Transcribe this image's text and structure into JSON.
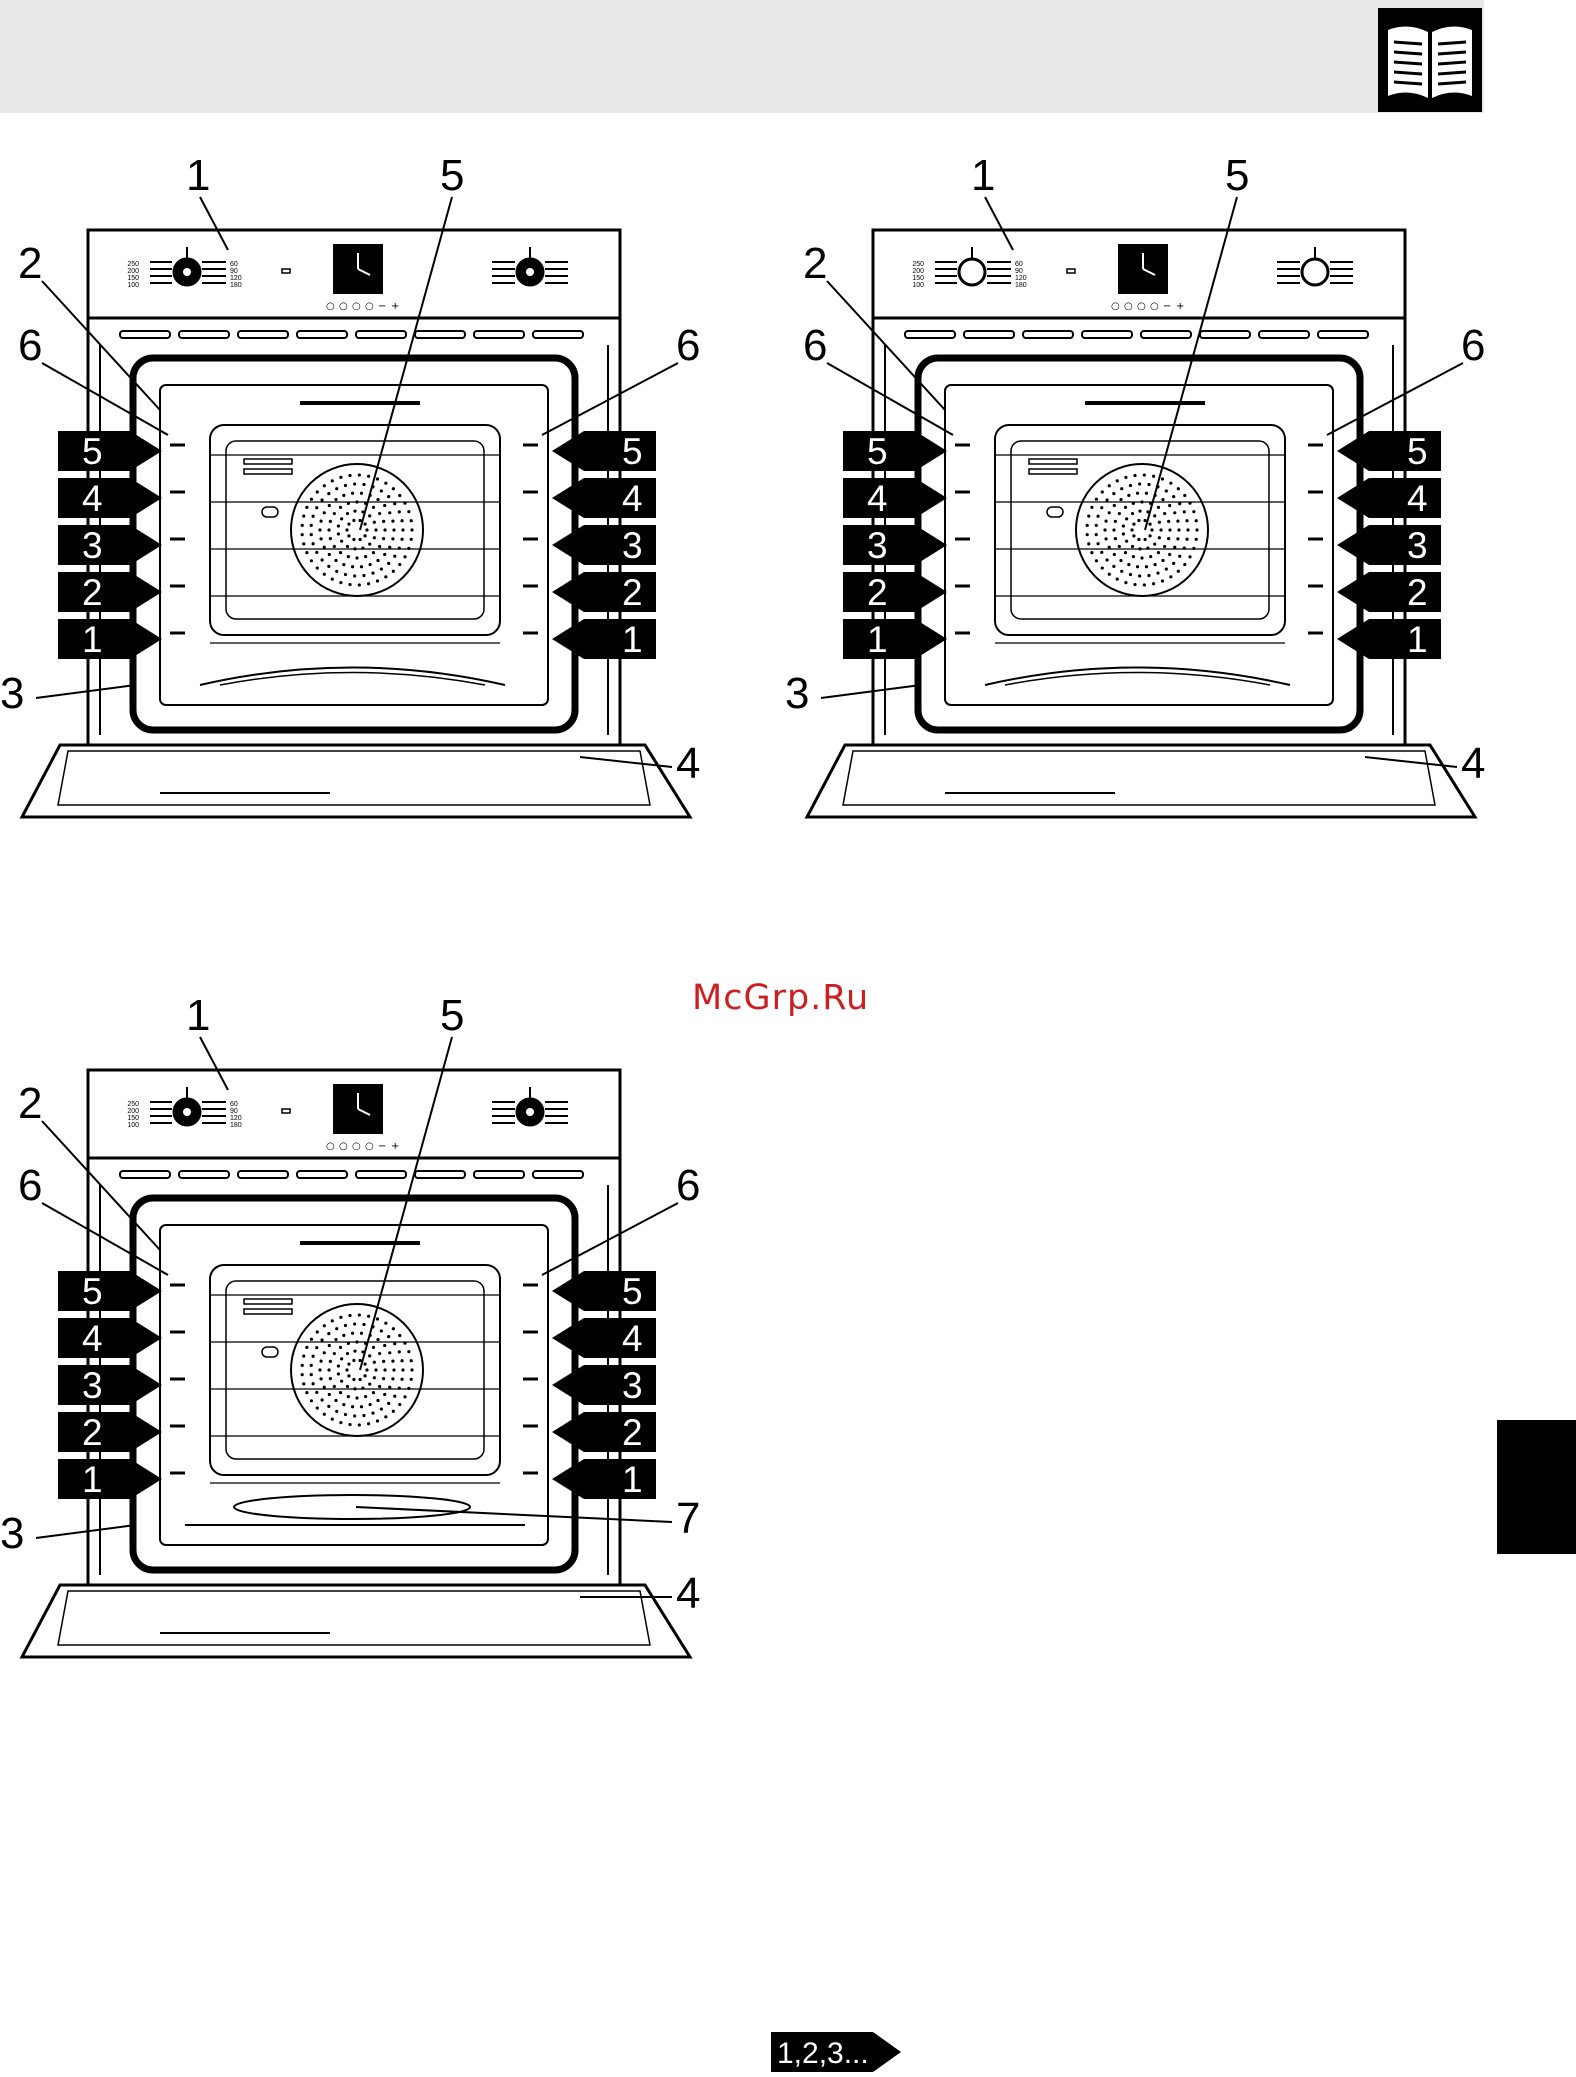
{
  "watermark": "McGrp.Ru",
  "icons": {
    "header": "open-book-icon"
  },
  "figures": [
    {
      "id": "a",
      "top_callouts": [
        "1",
        "5"
      ],
      "left_callouts": [
        "2",
        "6",
        "3"
      ],
      "right_callouts": [
        "6",
        "4"
      ],
      "rack_levels": [
        "5",
        "4",
        "3",
        "2",
        "1"
      ],
      "control_panel": {
        "left_scale": [
          "250",
          "200",
          "150",
          "100"
        ],
        "right_scale": [
          "60",
          "90",
          "120",
          "180"
        ],
        "clock_buttons": [
          "○",
          "○",
          "○",
          "○",
          "−",
          "+"
        ]
      }
    },
    {
      "id": "b",
      "top_callouts": [
        "1",
        "5"
      ],
      "left_callouts": [
        "2",
        "6",
        "3"
      ],
      "right_callouts": [
        "6",
        "4"
      ],
      "rack_levels": [
        "5",
        "4",
        "3",
        "2",
        "1"
      ],
      "control_panel": {
        "left_scale": [
          "250",
          "200",
          "150",
          "100"
        ],
        "right_scale": [
          "60",
          "90",
          "120",
          "180"
        ],
        "clock_buttons": [
          "○",
          "○",
          "○",
          "○",
          "−",
          "+"
        ]
      }
    },
    {
      "id": "c",
      "top_callouts": [
        "1",
        "5"
      ],
      "left_callouts": [
        "2",
        "6",
        "3"
      ],
      "right_callouts": [
        "6",
        "7",
        "4"
      ],
      "rack_levels": [
        "5",
        "4",
        "3",
        "2",
        "1"
      ],
      "control_panel": {
        "left_scale": [
          "250",
          "200",
          "150",
          "100"
        ],
        "right_scale": [
          "60",
          "90",
          "120",
          "180"
        ],
        "clock_buttons": [
          "○",
          "○",
          "○",
          "○",
          "−",
          "+"
        ]
      }
    }
  ],
  "footer": {
    "label": "1,2,3..."
  }
}
